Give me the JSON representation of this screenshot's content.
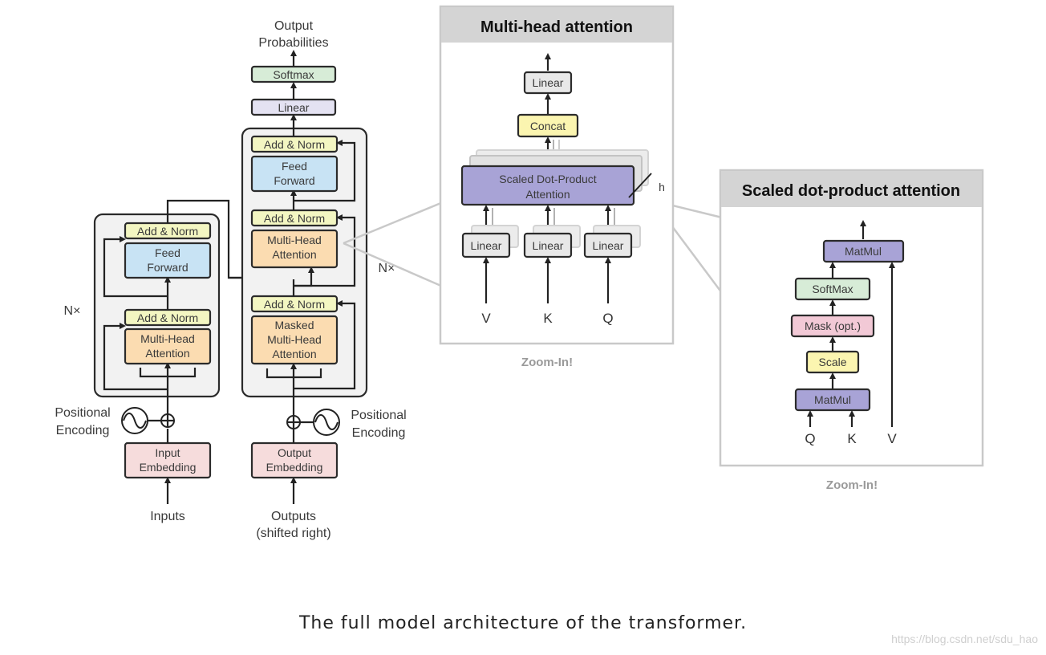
{
  "encoder": {
    "nx": "N×",
    "add_norm_1": "Add & Norm",
    "feed_forward": [
      "Feed",
      "Forward"
    ],
    "add_norm_2": "Add & Norm",
    "multi_head": [
      "Multi-Head",
      "Attention"
    ],
    "positional": [
      "Positional",
      "Encoding"
    ],
    "embedding": [
      "Input",
      "Embedding"
    ],
    "inputs": "Inputs"
  },
  "decoder": {
    "nx": "N×",
    "output_probs": [
      "Output",
      "Probabilities"
    ],
    "softmax": "Softmax",
    "linear": "Linear",
    "add_norm_1": "Add & Norm",
    "feed_forward": [
      "Feed",
      "Forward"
    ],
    "add_norm_2": "Add & Norm",
    "multi_head": [
      "Multi-Head",
      "Attention"
    ],
    "add_norm_3": "Add & Norm",
    "masked": [
      "Masked",
      "Multi-Head",
      "Attention"
    ],
    "positional": [
      "Positional",
      "Encoding"
    ],
    "embedding": [
      "Output",
      "Embedding"
    ],
    "outputs": [
      "Outputs",
      "(shifted right)"
    ]
  },
  "multi_head_panel": {
    "title": "Multi-head attention",
    "linear_top": "Linear",
    "concat": "Concat",
    "sdpa": [
      "Scaled Dot-Product",
      "Attention"
    ],
    "h": "h",
    "linear_v": "Linear",
    "linear_k": "Linear",
    "linear_q": "Linear",
    "inputs": [
      "V",
      "K",
      "Q"
    ],
    "zoom": "Zoom-In!"
  },
  "sdpa_panel": {
    "title": "Scaled dot-product attention",
    "matmul_top": "MatMul",
    "softmax": "SoftMax",
    "mask": "Mask (opt.)",
    "scale": "Scale",
    "matmul_bottom": "MatMul",
    "inputs": [
      "Q",
      "K",
      "V"
    ],
    "zoom": "Zoom-In!"
  },
  "colors": {
    "add_norm": "#f3f6c2",
    "feed_forward": "#c8e3f4",
    "attention": "#fbdcb1",
    "embedding": "#f6dcdc",
    "softmax": "#d7ecd7",
    "linear": "#e4e2f2",
    "sdpa": "#a8a3d6",
    "concat": "#fbf5b0",
    "mask": "#f2c9d6",
    "block_bg": "#f2f2f2"
  },
  "caption": "The full model architecture of the transformer.",
  "watermark": "https://blog.csdn.net/sdu_hao"
}
